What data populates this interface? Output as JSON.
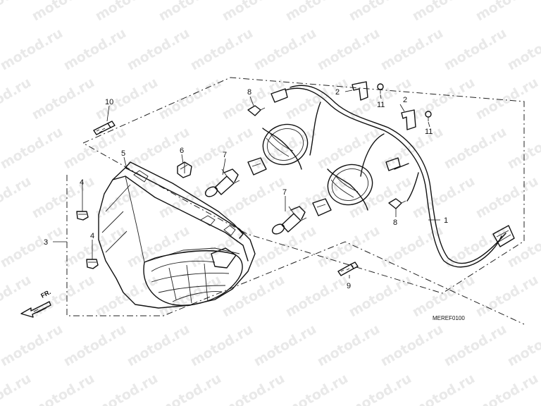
{
  "watermark": {
    "text": "motod.ru"
  },
  "callouts": {
    "c1": "1",
    "c2a": "2",
    "c2b": "2",
    "c3": "3",
    "c4a": "4",
    "c4b": "4",
    "c5": "5",
    "c6": "6",
    "c7a": "7",
    "c7b": "7",
    "c8a": "8",
    "c8b": "8",
    "c9": "9",
    "c10": "10",
    "c11a": "11",
    "c11b": "11"
  },
  "direction_label": "FR.",
  "diagram_code": "MEREF0100"
}
